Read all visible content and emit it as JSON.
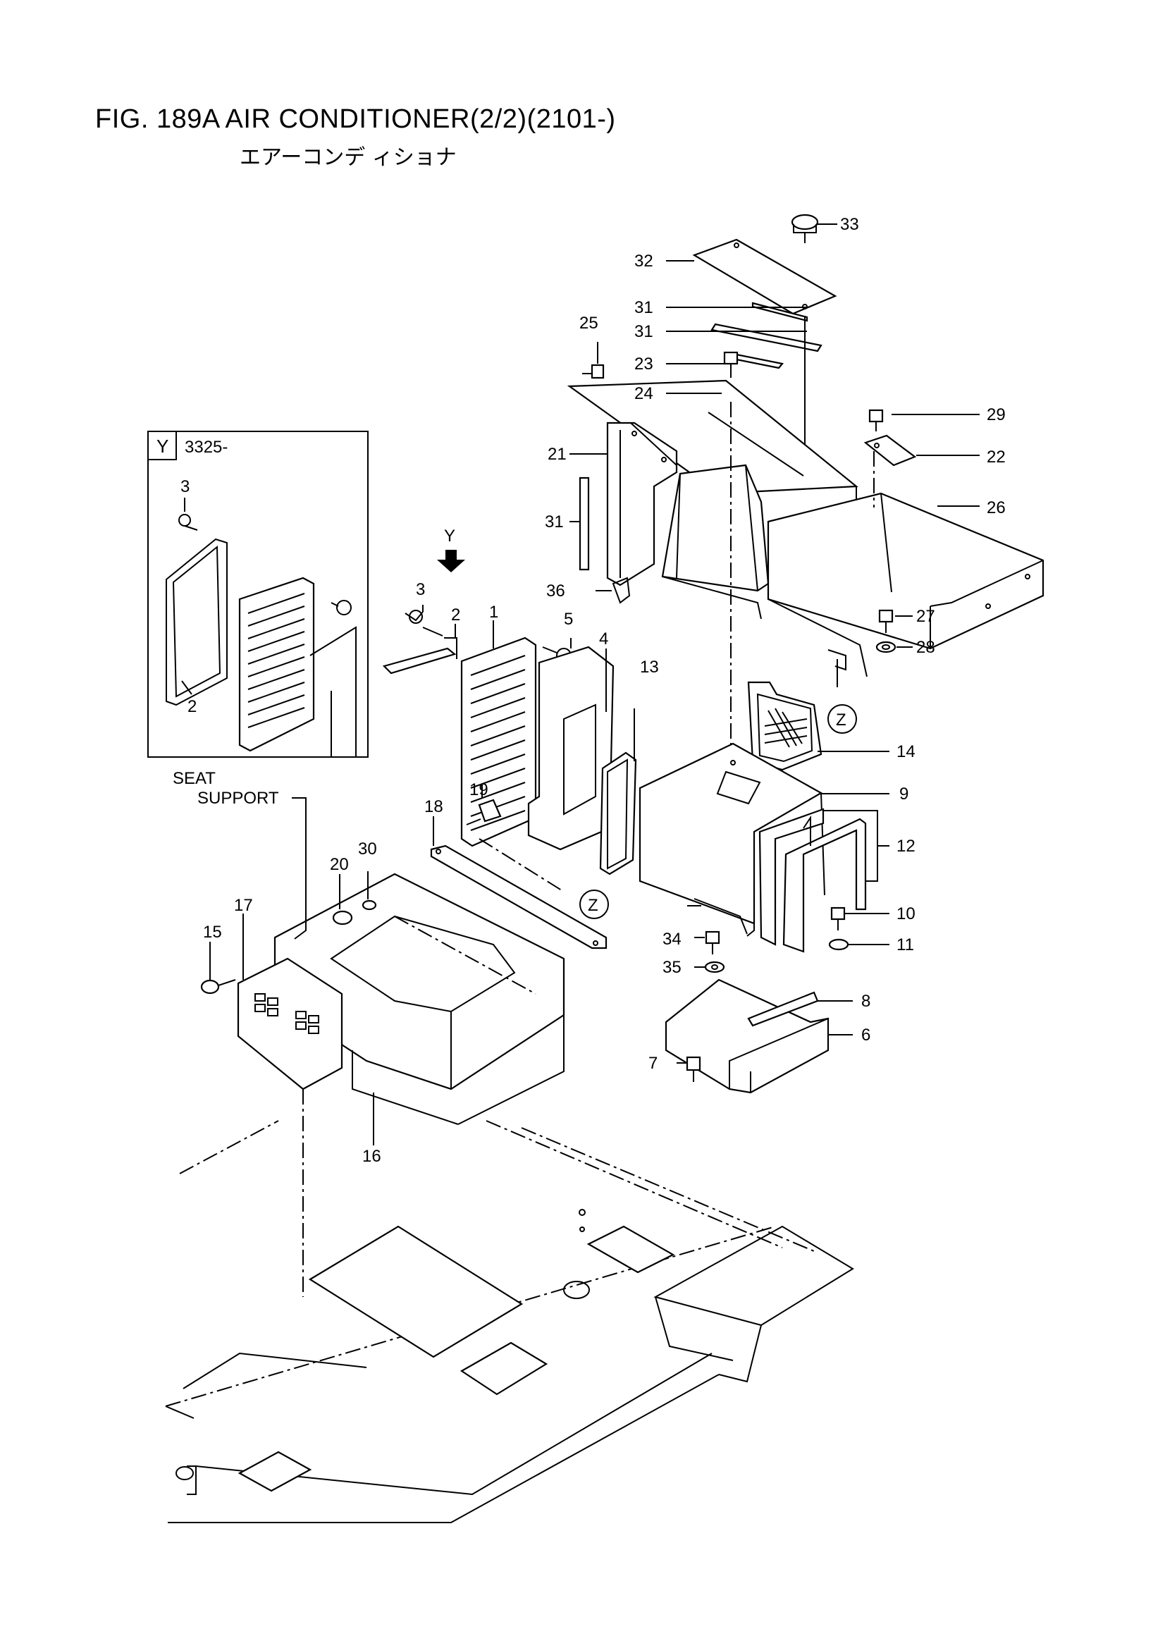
{
  "title": "FIG. 189A  AIR CONDITIONER(2/2)(2101-)",
  "subtitle": "エアーコンデ ィショナ",
  "inset": {
    "label": "Y",
    "serial": "3325-",
    "parts": [
      "3",
      "2"
    ]
  },
  "view_arrow_label": "Y",
  "seat_support_label": [
    "SEAT",
    "SUPPORT"
  ],
  "zone_marker": "Z",
  "part_numbers": {
    "p1": "1",
    "p2": "2",
    "p3": "3",
    "p4": "4",
    "p5": "5",
    "p6": "6",
    "p7": "7",
    "p8": "8",
    "p9": "9",
    "p10": "10",
    "p11": "11",
    "p12": "12",
    "p13": "13",
    "p14": "14",
    "p15": "15",
    "p16": "16",
    "p17": "17",
    "p18": "18",
    "p19": "19",
    "p20": "20",
    "p21": "21",
    "p22": "22",
    "p23": "23",
    "p24": "24",
    "p25": "25",
    "p26": "26",
    "p27": "27",
    "p28": "28",
    "p29": "29",
    "p30": "30",
    "p31a": "31",
    "p31b": "31",
    "p31c": "31",
    "p32": "32",
    "p33": "33",
    "p34": "34",
    "p35": "35",
    "p36": "36"
  }
}
